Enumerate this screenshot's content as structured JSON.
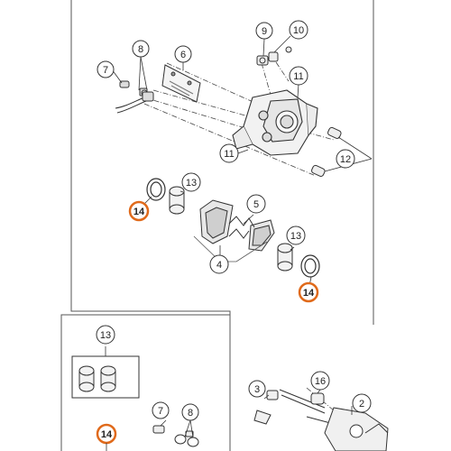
{
  "callouts": {
    "c7_top": "7",
    "c8_top": "8",
    "c6": "6",
    "c9": "9",
    "c10": "10",
    "c11_right": "11",
    "c11_mid": "11",
    "c12": "12",
    "c13_upper": "13",
    "c14_upper": "14",
    "c5": "5",
    "c13_mid": "13",
    "c4": "4",
    "c14_mid": "14",
    "c13_lower": "13",
    "c16": "16",
    "c3": "3",
    "c2": "2",
    "c7_lower": "7",
    "c8_lower": "8",
    "c14_lower": "14"
  },
  "colors": {
    "highlight": "#e06a1b",
    "line": "#333333",
    "frame": "#555555"
  }
}
